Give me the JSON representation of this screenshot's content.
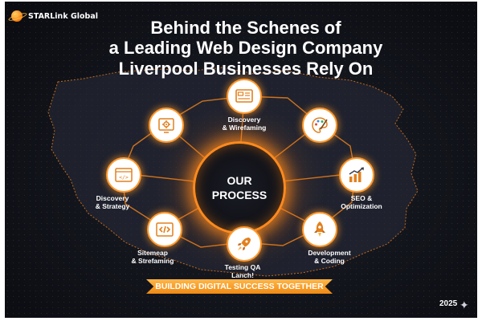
{
  "brand": {
    "name": "STARLink Global",
    "icon": "planet-icon"
  },
  "title": {
    "line1": "Behind the Schenes of",
    "line2": "a Leading Web Design Company",
    "line3": "Liverpool Businesses Rely On"
  },
  "core": {
    "line1": "OUR",
    "line2": "PROCESS"
  },
  "steps": [
    {
      "label_line1": "Discovery",
      "label_line2": "& Wirefaming",
      "icon": "wireframe-icon"
    },
    {
      "label_line1": "",
      "label_line2": "",
      "icon": "palette-icon"
    },
    {
      "label_line1": "SEO &",
      "label_line2": "Optimization",
      "icon": "bar-chart-icon"
    },
    {
      "label_line1": "Development",
      "label_line2": "& Coding",
      "icon": "rocket-icon"
    },
    {
      "label_line1": "Testing QA",
      "label_line2": "Lanch!",
      "icon": "launch-rocket-icon"
    },
    {
      "label_line1": "Sitemeap",
      "label_line2": "& Strefaming",
      "icon": "code-brackets-icon"
    },
    {
      "label_line1": "Discovery",
      "label_line2": "& Strategy",
      "icon": "browser-code-icon"
    },
    {
      "label_line1": "",
      "label_line2": "",
      "icon": "gear-device-icon"
    }
  ],
  "banner": "BUILDING DIGITAL SUCCESS TOGETHER",
  "year": "2025",
  "colors": {
    "accent": "#ff8a1e",
    "background": "#12141b",
    "text": "#ffffff"
  }
}
